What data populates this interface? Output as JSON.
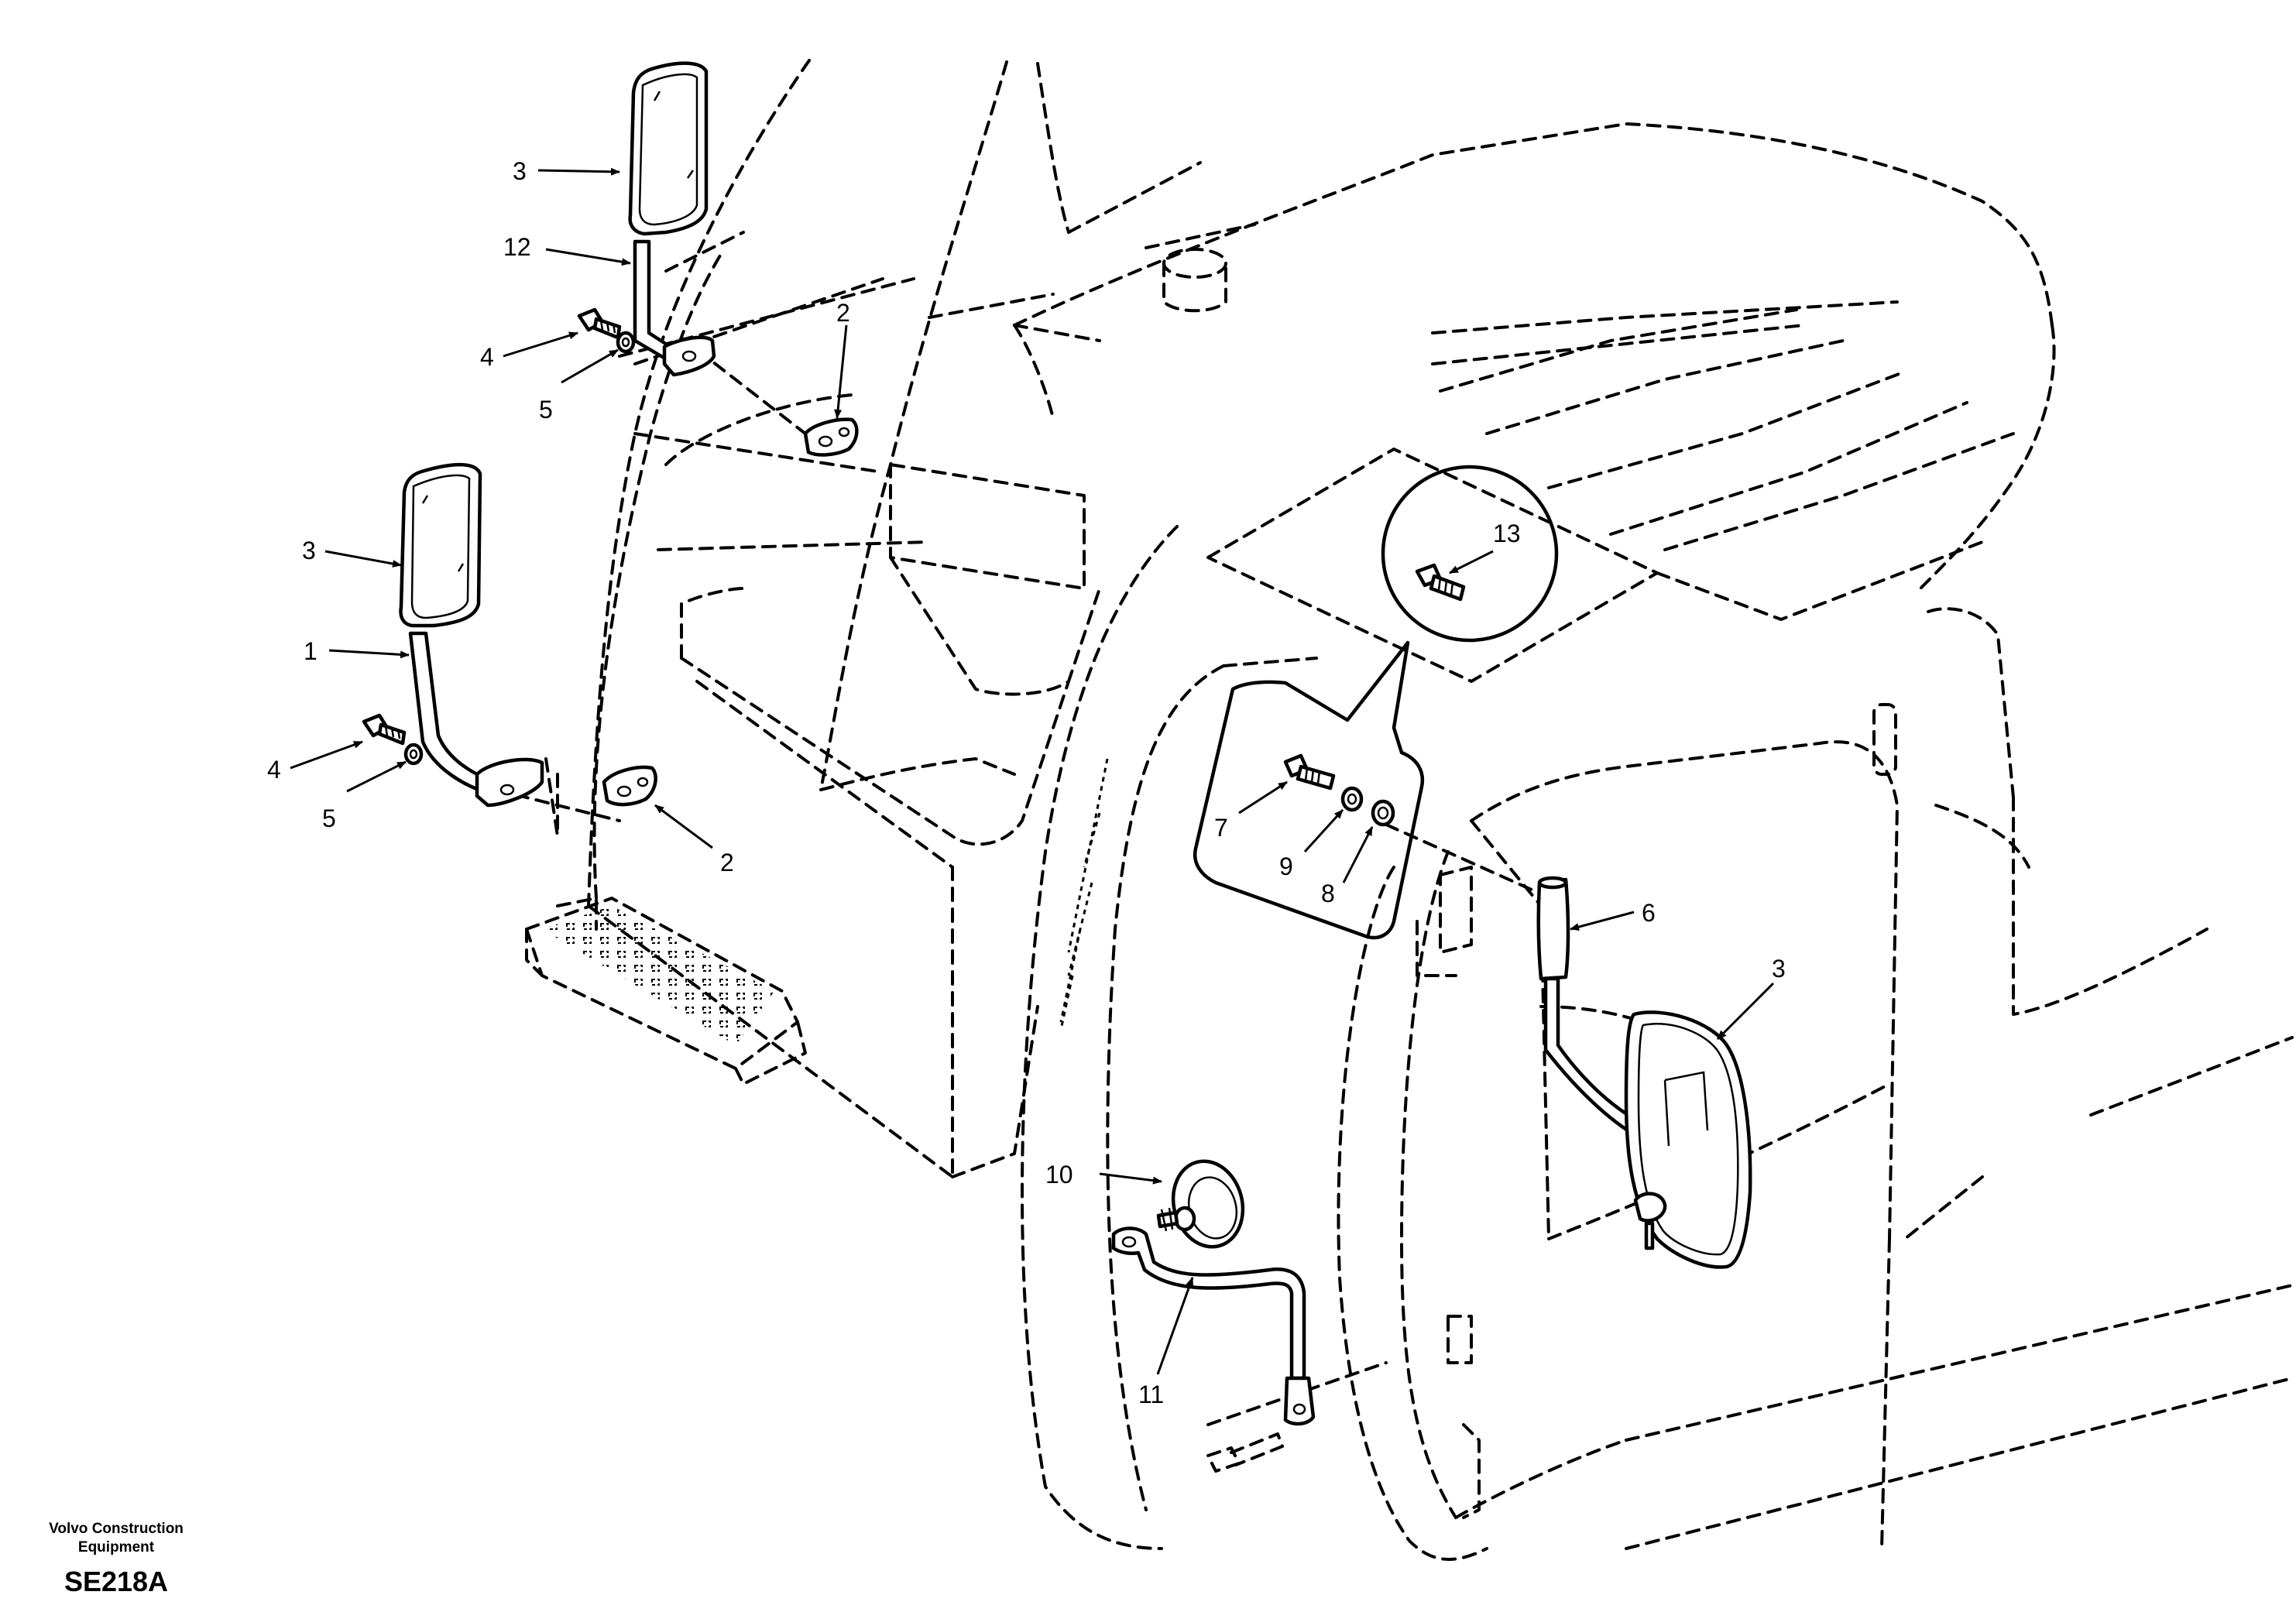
{
  "callouts": {
    "c3_top": "3",
    "c12": "12",
    "c2_top": "2",
    "c4_top": "4",
    "c5_top": "5",
    "c3_mid": "3",
    "c1": "1",
    "c4_bot": "4",
    "c5_bot": "5",
    "c2_bot": "2",
    "c13": "13",
    "c7": "7",
    "c9": "9",
    "c8": "8",
    "c6": "6",
    "c3_right": "3",
    "c10": "10",
    "c11": "11"
  },
  "footer": {
    "company_line1": "Volvo Construction",
    "company_line2": "Equipment",
    "drawing_code": "SE218A"
  }
}
